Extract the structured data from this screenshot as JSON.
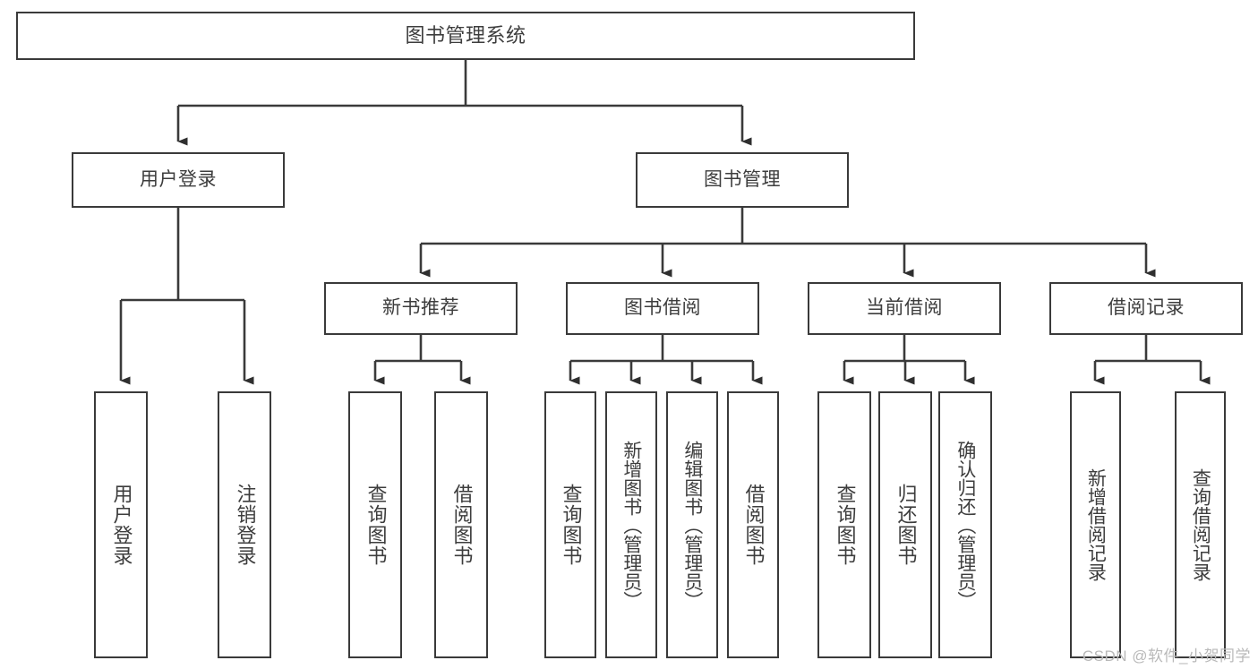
{
  "diagram": {
    "title": "图书管理系统",
    "watermark": "CSDN @软件_小贺同学",
    "line_color": "#3a3a3a",
    "text_color": "#3d3d3d",
    "background": "#ffffff",
    "root": {
      "label": "图书管理系统"
    },
    "level1": [
      {
        "label": "用户登录"
      },
      {
        "label": "图书管理"
      }
    ],
    "level2": [
      {
        "label": "新书推荐"
      },
      {
        "label": "图书借阅"
      },
      {
        "label": "当前借阅"
      },
      {
        "label": "借阅记录"
      }
    ],
    "leaves": {
      "user_login": [
        {
          "label": "用户登录"
        },
        {
          "label": "注销登录"
        }
      ],
      "new_book": [
        {
          "label": "查询图书"
        },
        {
          "label": "借阅图书"
        }
      ],
      "borrow_book": [
        {
          "label": "查询图书"
        },
        {
          "label": "新增图书（管理员）"
        },
        {
          "label": "编辑图书（管理员）"
        },
        {
          "label": "借阅图书"
        }
      ],
      "current_borrow": [
        {
          "label": "查询图书"
        },
        {
          "label": "归还图书"
        },
        {
          "label": "确认归还（管理员）"
        }
      ],
      "borrow_record": [
        {
          "label": "新增借阅记录"
        },
        {
          "label": "查询借阅记录"
        }
      ]
    }
  }
}
